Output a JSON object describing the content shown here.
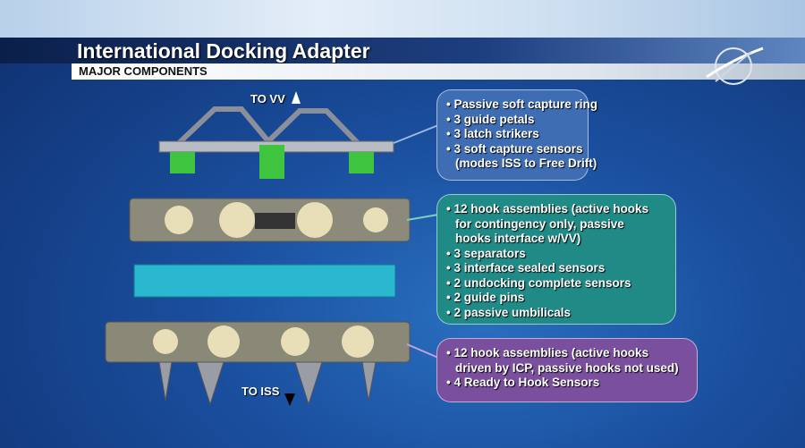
{
  "header": {
    "title": "International Docking Adapter",
    "subtitle": "MAJOR COMPONENTS"
  },
  "labels": {
    "to_vv": "TO VV",
    "to_iss": "TO ISS"
  },
  "callouts": {
    "soft_capture": [
      "• Passive soft capture ring",
      "• 3 guide petals",
      "• 3 latch strikers",
      "• 3 soft capture sensors",
      "  (modes ISS to Free Drift)"
    ],
    "upper_hooks": [
      "• 12 hook assemblies (active hooks",
      "  for contingency only, passive",
      "  hooks interface w/VV)",
      "• 3 separators",
      "• 3 interface sealed sensors",
      "• 2 undocking complete sensors",
      "• 2 guide pins",
      "• 2 passive umbilicals"
    ],
    "lower_hooks": [
      "• 12 hook assemblies (active hooks",
      "  driven by ICP, passive hooks not used)",
      "• 4 Ready to Hook Sensors"
    ]
  },
  "colors": {
    "blue_box": "#3f6db3",
    "green_box": "#1f8a86",
    "purple_box": "#7a4f9e"
  }
}
